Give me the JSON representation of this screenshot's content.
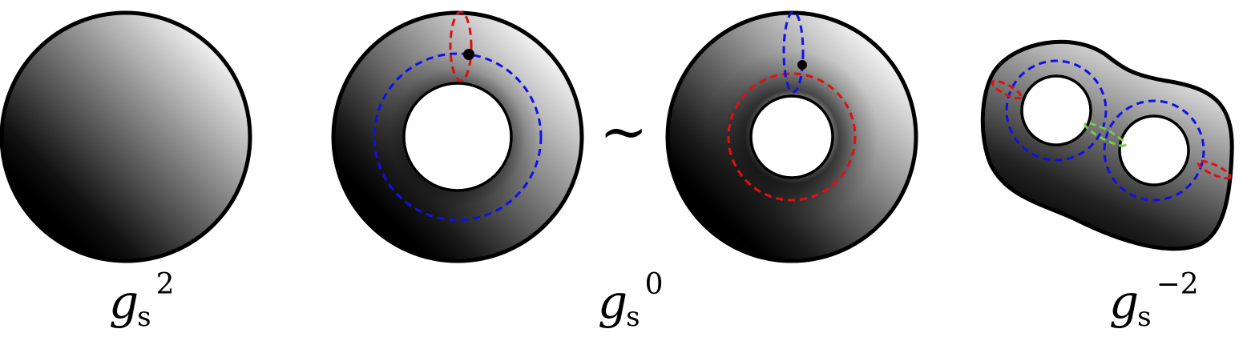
{
  "labels": {
    "sphere": {
      "base": "g",
      "sub": "s",
      "sup": "2"
    },
    "torus": {
      "base": "g",
      "sub": "s",
      "sup": "0"
    },
    "genus2": {
      "base": "g",
      "sub": "s",
      "sup": "−2"
    }
  },
  "equivalence_symbol": "∼",
  "colors": {
    "outline": "#000000",
    "shade_dark": "#000000",
    "shade_light": "#f2f2f2",
    "cycle_red": "#e01010",
    "cycle_blue": "#1010e8",
    "cycle_green": "#7ac943",
    "background": "#ffffff"
  }
}
